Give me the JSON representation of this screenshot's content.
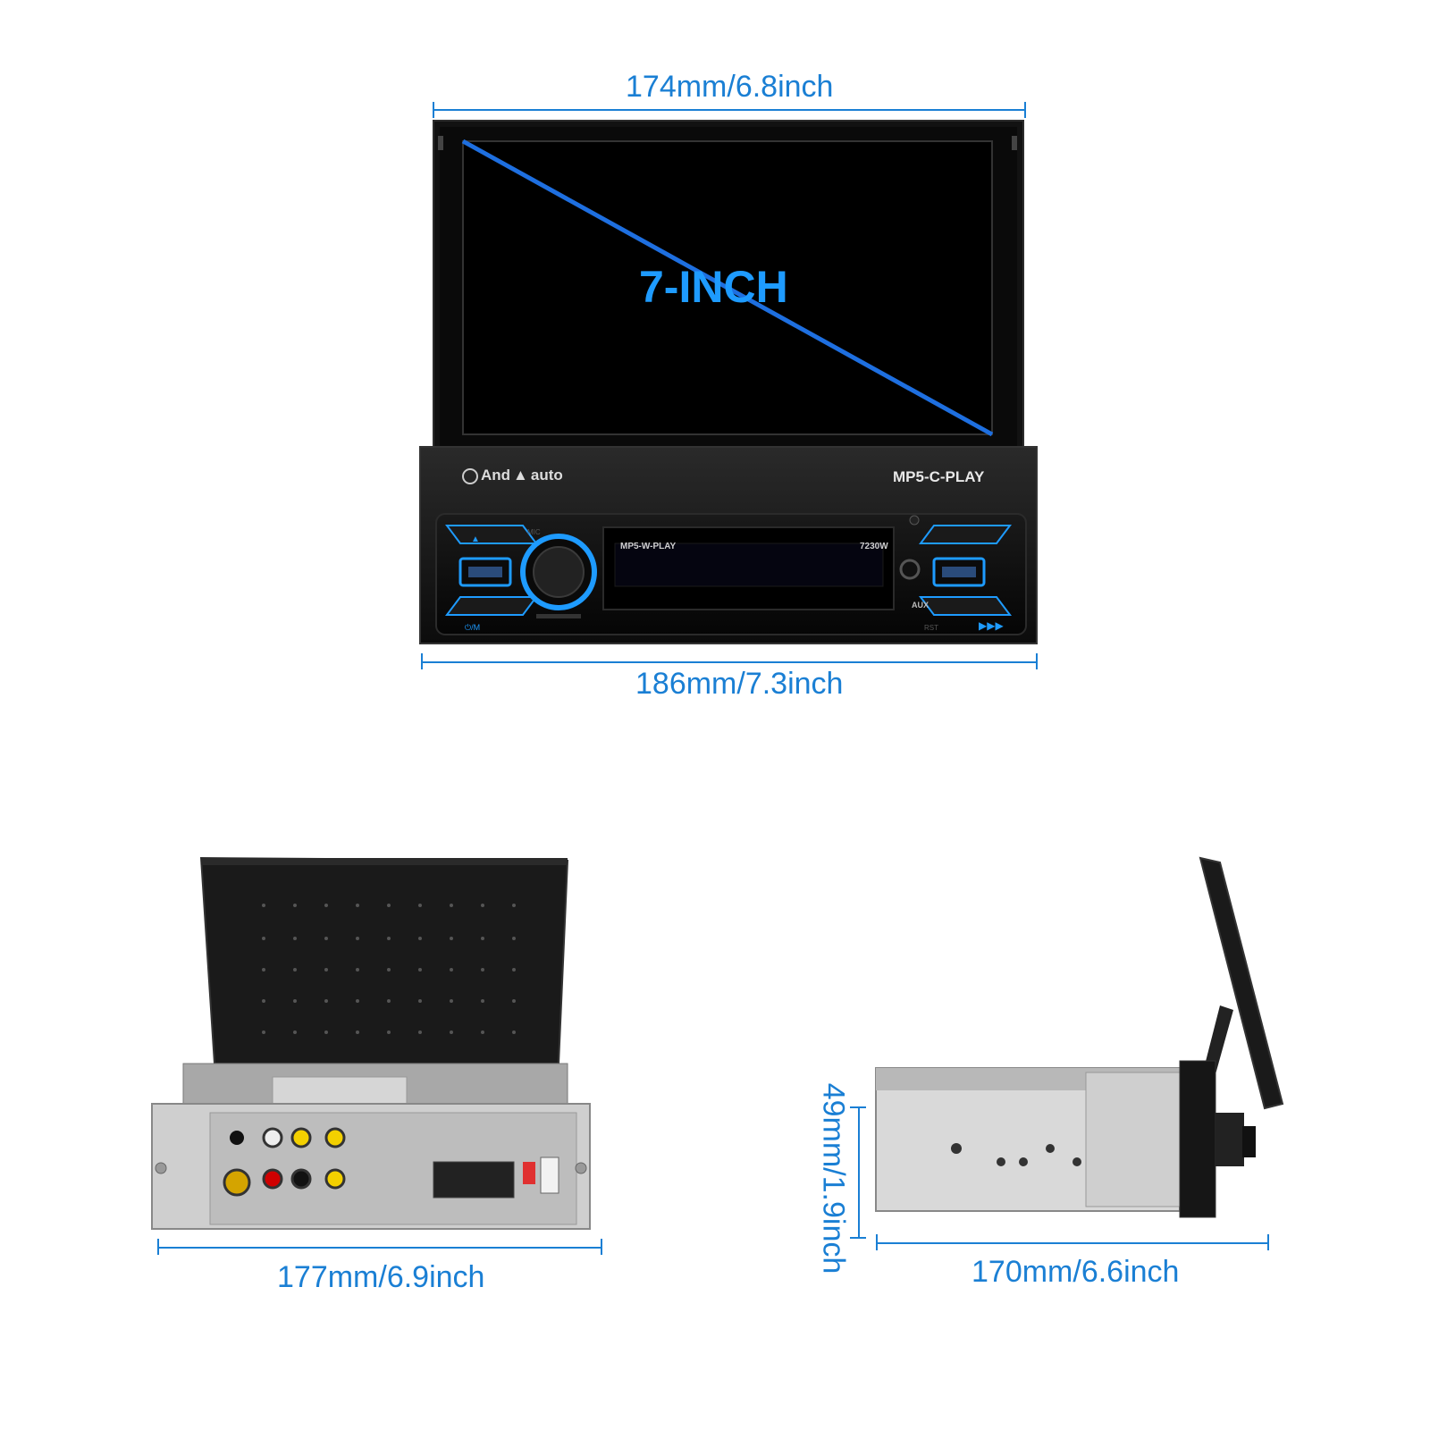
{
  "front": {
    "screen_label": "7-INCH",
    "brand_left_prefix": "And",
    "brand_left_suffix": "auto",
    "brand_right": "MP5-C-PLAY",
    "display_model": "MP5-W-PLAY",
    "display_code": "7230W",
    "aux_label": "AUX",
    "mic_label": "MIC",
    "rst_label": "RST",
    "mode_label": "⏻/M"
  },
  "dimensions": {
    "screen_width": "174mm/6.8inch",
    "front_width": "186mm/7.3inch",
    "back_width": "177mm/6.9inch",
    "side_depth": "170mm/6.6inch",
    "side_height": "49mm/1.9inch"
  },
  "colors": {
    "accent": "#1a7fd4",
    "glow": "#1e9bff",
    "body": "#0d0d0d"
  },
  "icons": [
    "up-arrow-icon",
    "usb-icon",
    "power-mode-icon",
    "next-track-icon",
    "volume-knob-icon"
  ]
}
